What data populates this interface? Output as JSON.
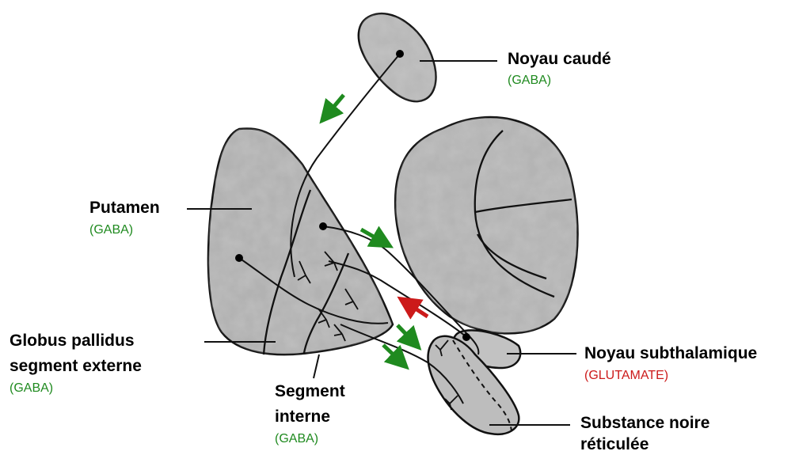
{
  "colors": {
    "gaba": "#1f8a1f",
    "glutamate": "#cc1a1a",
    "structure_fill": "#b4b4b4",
    "outline": "#111111"
  },
  "labels": {
    "noyau_caude": "Noyau caudé",
    "noyau_caude_nt": "(GABA)",
    "putamen": "Putamen",
    "putamen_nt": "(GABA)",
    "globus_line1": "Globus pallidus",
    "globus_line2": "segment externe",
    "globus_nt": "(GABA)",
    "segment_line1": "Segment",
    "segment_line2": "interne",
    "segment_nt": "(GABA)",
    "subthal": "Noyau subthalamique",
    "subthal_nt": "(GLUTAMATE)",
    "substance_line1": "Substance noire",
    "substance_line2": "réticulée"
  },
  "arrows": [
    {
      "name": "caude-to-putamen-arrow",
      "color": "gaba"
    },
    {
      "name": "putamen-to-subthalamic-arrow",
      "color": "gaba"
    },
    {
      "name": "subthalamic-to-pallidus-arrow",
      "color": "glutamate"
    },
    {
      "name": "pallidus-to-substantia-arrow-1",
      "color": "gaba"
    },
    {
      "name": "pallidus-to-substantia-arrow-2",
      "color": "gaba"
    }
  ]
}
